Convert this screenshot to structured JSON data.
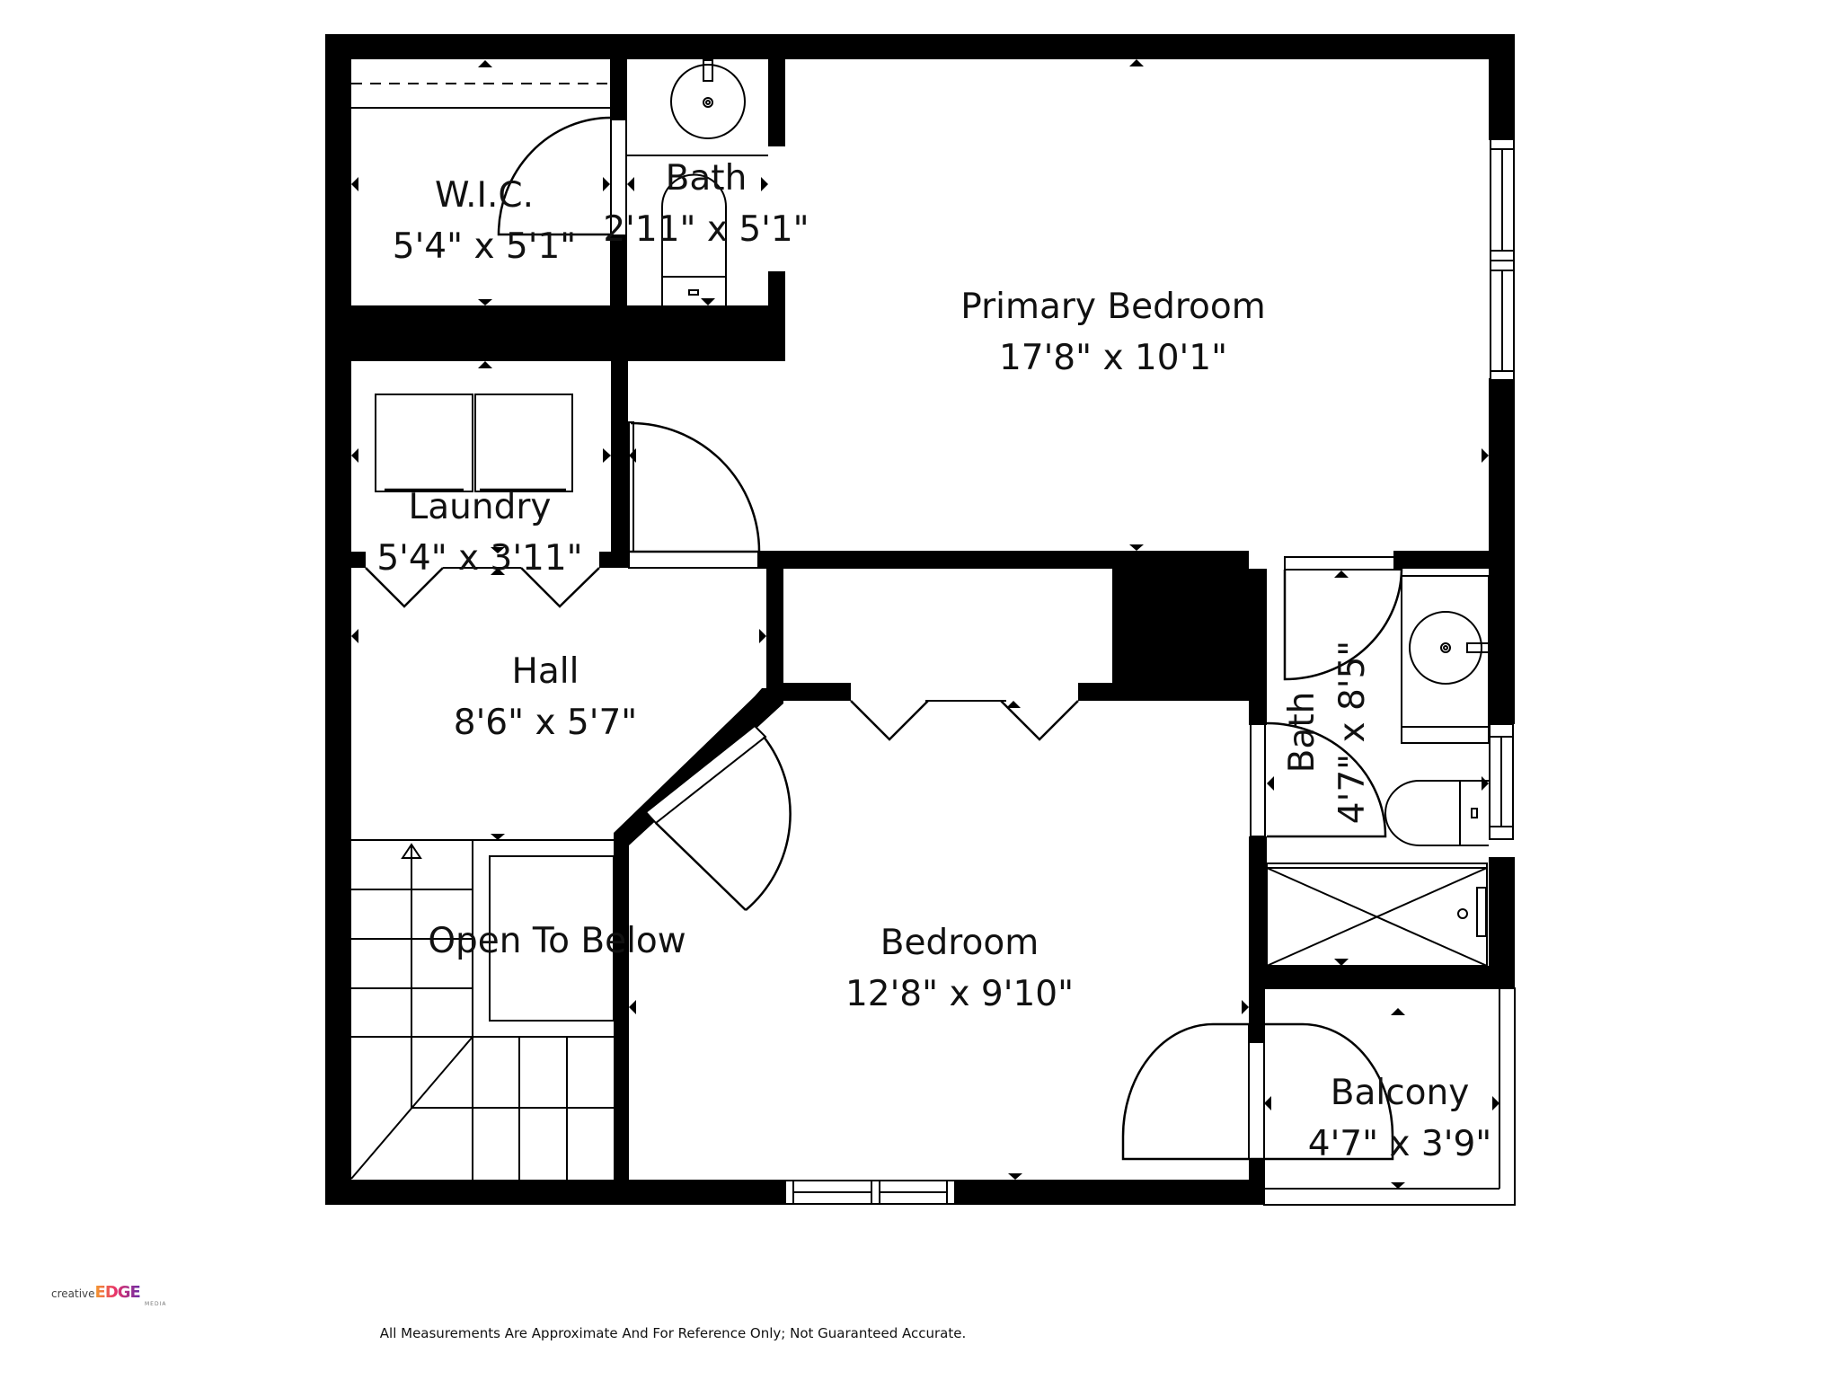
{
  "floorplan": {
    "rooms": [
      {
        "name": "W.I.C.",
        "dimensions": "5'4\" x 5'1\""
      },
      {
        "name": "Bath",
        "dimensions": "2'11\" x 5'1\""
      },
      {
        "name": "Primary Bedroom",
        "dimensions": "17'8\" x 10'1\""
      },
      {
        "name": "Laundry",
        "dimensions": "5'4\" x 3'11\""
      },
      {
        "name": "Hall",
        "dimensions": "8'6\" x 5'7\""
      },
      {
        "name": "Open To Below",
        "dimensions": ""
      },
      {
        "name": "Bedroom",
        "dimensions": "12'8\" x 9'10\""
      },
      {
        "name": "Bath",
        "dimensions": "4'7\" x 8'5\""
      },
      {
        "name": "Balcony",
        "dimensions": "4'7\" x 3'9\""
      }
    ],
    "colors": {
      "wall": "#000000",
      "background": "#ffffff"
    }
  },
  "branding": {
    "logo_creative": "creative",
    "logo_edge": "EDGE",
    "logo_media": "MEDIA",
    "logo_colors": [
      "#f39a2c",
      "#e8336a",
      "#6a2ba5"
    ]
  },
  "footer": {
    "disclaimer": "All Measurements Are Approximate And For Reference Only; Not Guaranteed Accurate."
  }
}
